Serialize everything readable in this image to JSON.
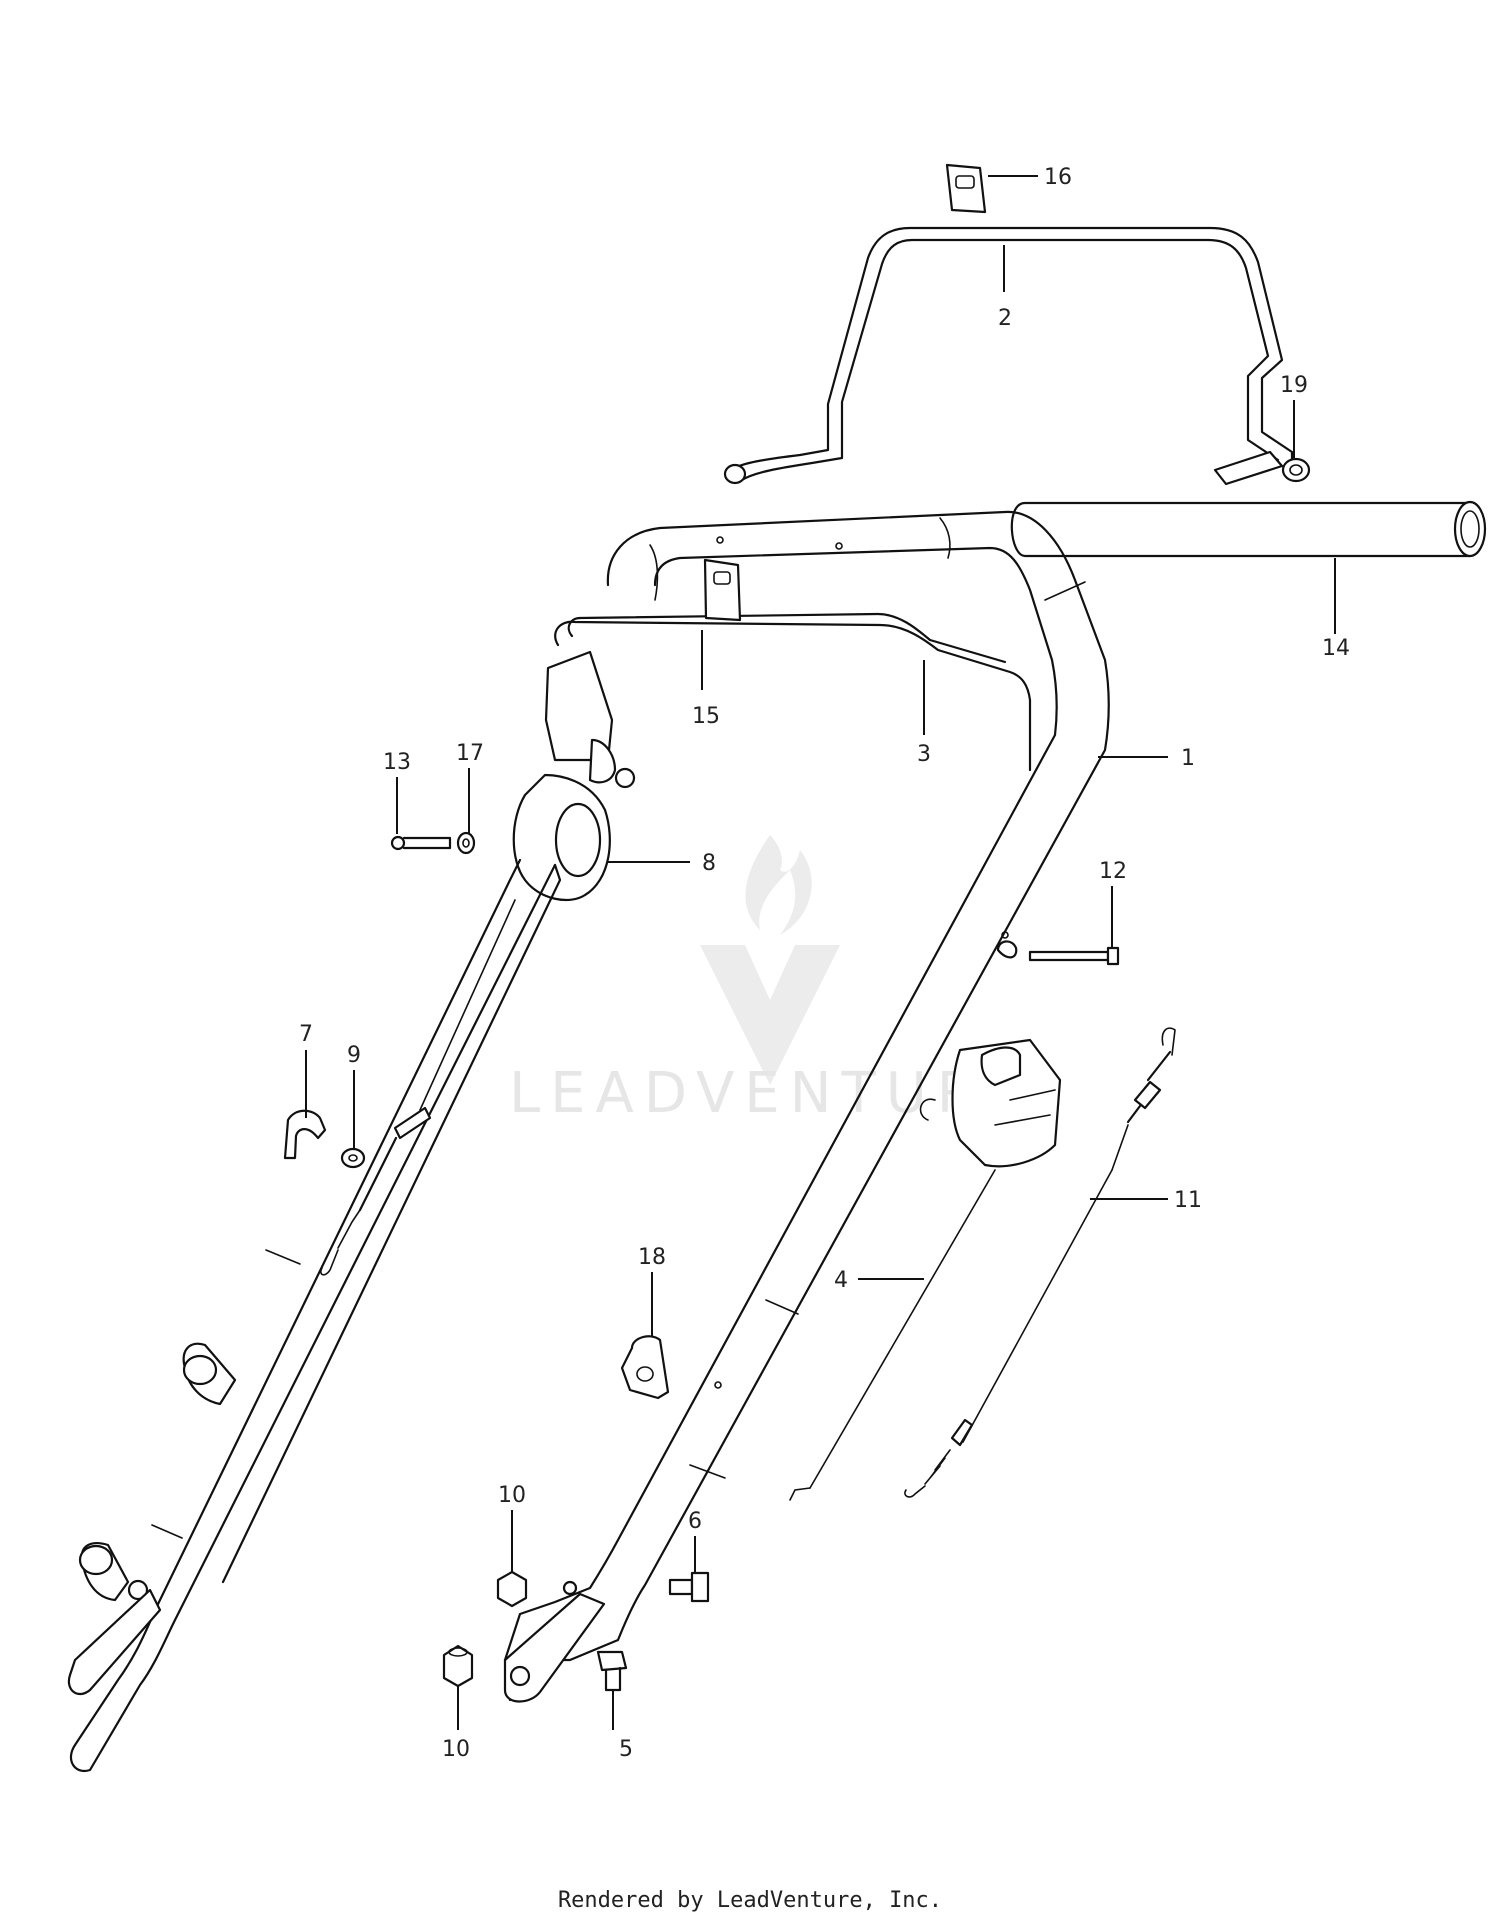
{
  "watermark": {
    "text": "LEADVENTURE"
  },
  "callouts": [
    {
      "id": "c1",
      "label": "1"
    },
    {
      "id": "c2",
      "label": "2"
    },
    {
      "id": "c3",
      "label": "3"
    },
    {
      "id": "c4",
      "label": "4"
    },
    {
      "id": "c5",
      "label": "5"
    },
    {
      "id": "c6",
      "label": "6"
    },
    {
      "id": "c7",
      "label": "7"
    },
    {
      "id": "c8",
      "label": "8"
    },
    {
      "id": "c9",
      "label": "9"
    },
    {
      "id": "c10a",
      "label": "10"
    },
    {
      "id": "c10b",
      "label": "10"
    },
    {
      "id": "c11",
      "label": "11"
    },
    {
      "id": "c12",
      "label": "12"
    },
    {
      "id": "c13",
      "label": "13"
    },
    {
      "id": "c14",
      "label": "14"
    },
    {
      "id": "c15",
      "label": "15"
    },
    {
      "id": "c16",
      "label": "16"
    },
    {
      "id": "c17",
      "label": "17"
    },
    {
      "id": "c18",
      "label": "18"
    },
    {
      "id": "c19",
      "label": "19"
    }
  ],
  "footer": {
    "text": "Rendered by LeadVenture, Inc."
  }
}
